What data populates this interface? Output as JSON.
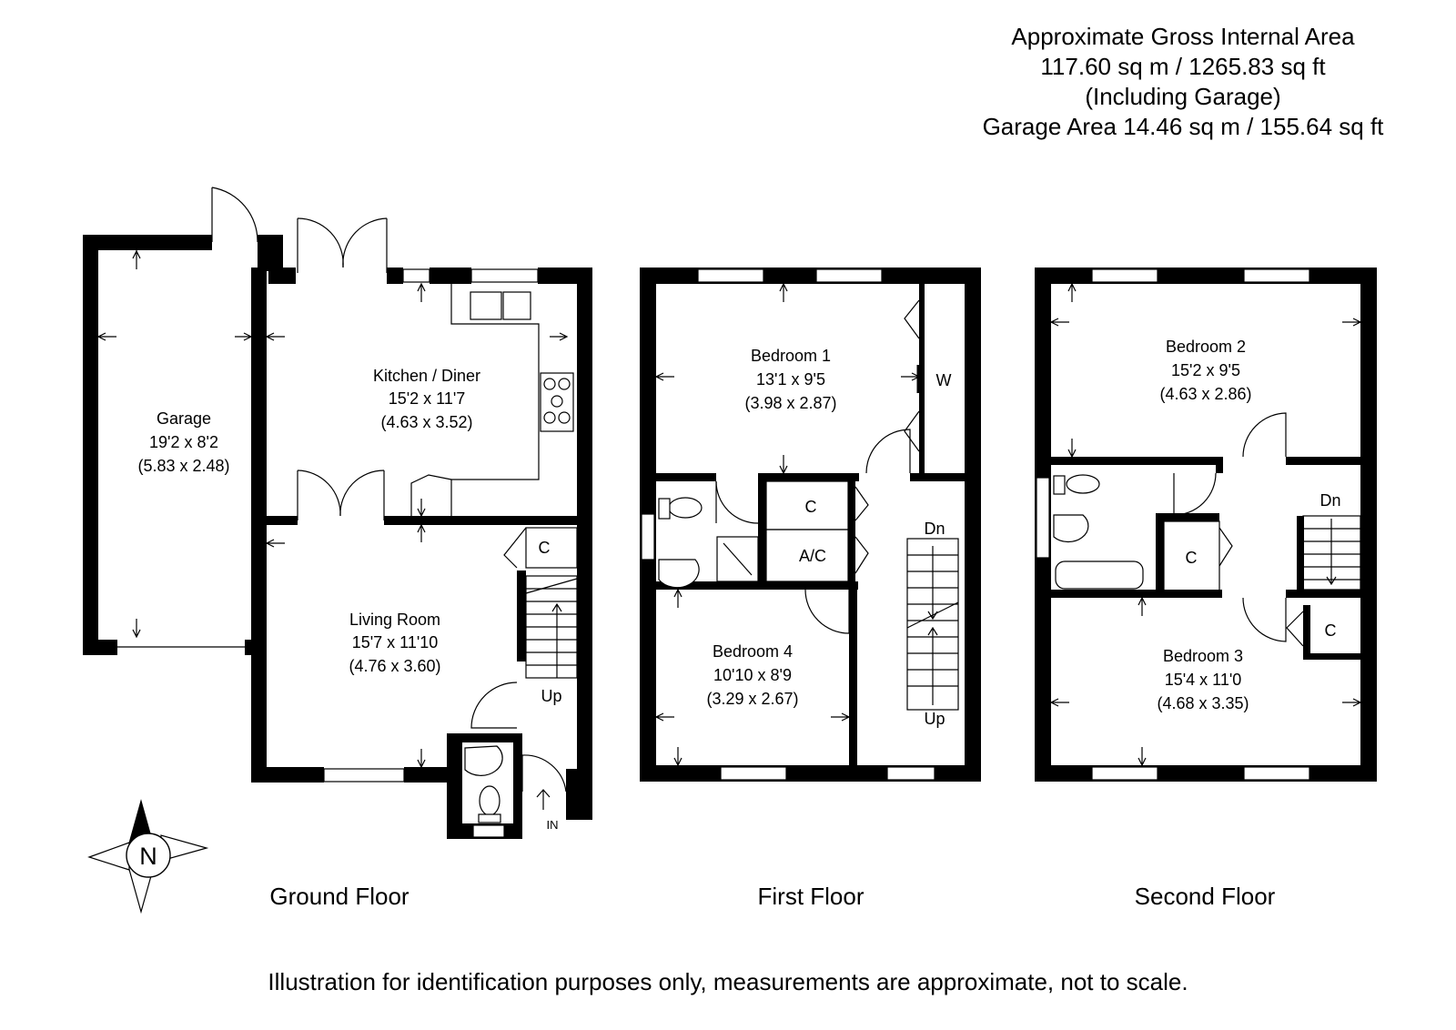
{
  "area": {
    "line1": "Approximate Gross Internal Area",
    "line2": "117.60 sq m / 1265.83 sq ft",
    "line3": "(Including Garage)",
    "line4": "Garage Area 14.46 sq m / 155.64 sq ft"
  },
  "floors": {
    "ground": "Ground Floor",
    "first": "First Floor",
    "second": "Second Floor"
  },
  "rooms": {
    "garage": {
      "name": "Garage",
      "imperial": "19'2 x 8'2",
      "metric": "(5.83 x 2.48)"
    },
    "kitchen": {
      "name": "Kitchen / Diner",
      "imperial": "15'2 x 11'7",
      "metric": "(4.63 x 3.52)"
    },
    "living": {
      "name": "Living Room",
      "imperial": "15'7 x 11'10",
      "metric": "(4.76 x 3.60)"
    },
    "bedroom1": {
      "name": "Bedroom 1",
      "imperial": "13'1 x 9'5",
      "metric": "(3.98 x 2.87)"
    },
    "bedroom4": {
      "name": "Bedroom 4",
      "imperial": "10'10 x 8'9",
      "metric": "(3.29 x 2.67)"
    },
    "bedroom2": {
      "name": "Bedroom 2",
      "imperial": "15'2 x 9'5",
      "metric": "(4.63 x 2.86)"
    },
    "bedroom3": {
      "name": "Bedroom 3",
      "imperial": "15'4 x 11'0",
      "metric": "(4.68 x 3.35)"
    }
  },
  "labels": {
    "cupboard": "C",
    "airing_cupboard": "A/C",
    "wardrobe": "W",
    "up": "Up",
    "down": "Dn",
    "entrance": "IN",
    "north": "N"
  },
  "disclaimer": "Illustration for identification purposes only, measurements are approximate, not to scale."
}
